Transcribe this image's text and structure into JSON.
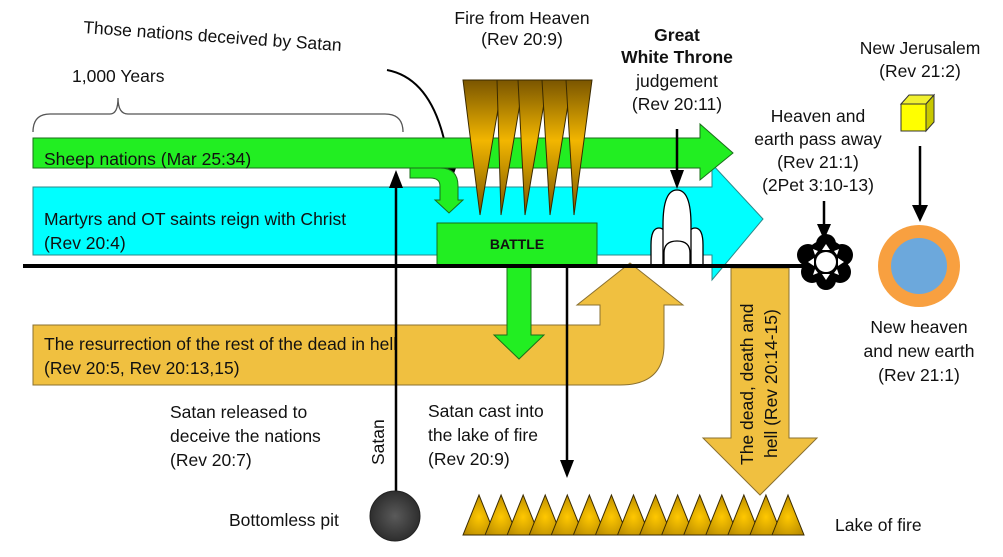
{
  "title": "Millennium timeline diagram",
  "colors": {
    "sheep_green": "#22ee22",
    "martyrs_cyan": "#00ffff",
    "dead_gold": "#f0c040",
    "fire_dark": "#8a6200",
    "fire_light": "#f0b800",
    "jerusalem_yellow": "#ffff00",
    "new_earth_orange": "#f8a040",
    "new_earth_blue": "#6ca8dc",
    "pit_gray": "#444444"
  },
  "labels": {
    "deceived": "Those nations deceived by Satan",
    "thousand_years": "1,000 Years",
    "fire_from_heaven": [
      "Fire from Heaven",
      "(Rev 20:9)"
    ],
    "great_white_throne": [
      "Great",
      "White Throne",
      "judgement",
      "(Rev 20:11)"
    ],
    "new_jerusalem": [
      "New Jerusalem",
      "(Rev 21:2)"
    ],
    "heaven_earth_pass": [
      "Heaven and",
      "earth pass away",
      "(Rev 21:1)",
      "(2Pet 3:10-13)"
    ],
    "sheep_nations": "Sheep nations (Mar 25:34)",
    "martyrs": [
      "Martyrs and OT saints reign with Christ",
      " (Rev 20:4)"
    ],
    "battle": "BATTLE",
    "resurrection": [
      "The resurrection of the rest of the dead in hell",
      "(Rev 20:5, Rev 20:13,15)"
    ],
    "new_heaven_earth": [
      "New heaven",
      "and new earth",
      "(Rev 21:1)"
    ],
    "satan_released": [
      "Satan released to",
      "deceive the nations",
      "(Rev 20:7)"
    ],
    "satan": "Satan",
    "satan_cast": [
      "Satan cast into",
      "the lake of fire",
      "(Rev 20:9)"
    ],
    "dead_death_hell": [
      "The dead, death and",
      "hell (Rev 20:14-15)"
    ],
    "bottomless_pit": "Bottomless pit",
    "lake_of_fire": "Lake of fire"
  },
  "fire_spike_count": 5,
  "lake_flame_count": 15
}
